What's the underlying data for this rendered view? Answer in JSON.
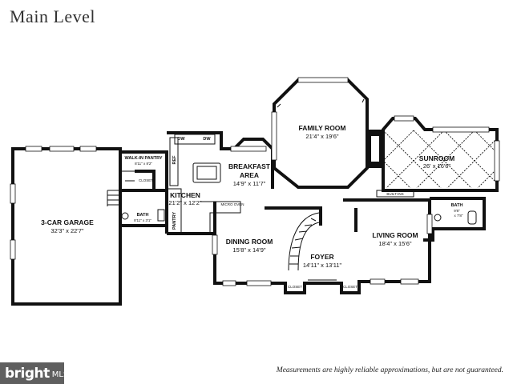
{
  "title": "Main Level",
  "disclaimer": "Measurements are highly reliable approximations, but are not guaranteed.",
  "logo": {
    "word": "bright",
    "suffix": "MLS"
  },
  "rooms": {
    "garage": {
      "name": "3-CAR GARAGE",
      "dim": "32'3\" x 22'7\""
    },
    "walkin_pantry": {
      "name": "WALK-IN PANTRY",
      "dim": "8'11\" x 8'2\""
    },
    "closet_pantry": {
      "name": "CLOSET"
    },
    "bath_small": {
      "name": "BATH",
      "dim": "8'11\" x 3'1\""
    },
    "kitchen": {
      "name": "KITCHEN",
      "dim": "21'2\" x 12'2\""
    },
    "ref": {
      "name": "REF"
    },
    "pantry": {
      "name": "PANTRY"
    },
    "dw": {
      "name": "DW"
    },
    "dw2": {
      "name": "DW"
    },
    "micro_oven": {
      "name": "MICRO OVEN"
    },
    "breakfast": {
      "name1": "BREAKFAST",
      "name2": "AREA",
      "dim": "14'9\" x 11'7\""
    },
    "family": {
      "name": "FAMILY ROOM",
      "dim": "21'4\" x 19'6\""
    },
    "sunroom": {
      "name": "SUNROOM",
      "dim": "26' x 16'6\""
    },
    "builtins": {
      "name": "BUILT-INS"
    },
    "bath_right": {
      "name": "BATH",
      "dim1": "9'8\"",
      "dim2": "x 7'8\""
    },
    "living": {
      "name": "LIVING ROOM",
      "dim": "18'4\" x 15'6\""
    },
    "dining": {
      "name": "DINING ROOM",
      "dim": "15'8\" x 14'9\""
    },
    "foyer": {
      "name": "FOYER",
      "dim": "14'11\" x 13'11\""
    },
    "closet_left": {
      "name": "CLOSET"
    },
    "closet_right": {
      "name": "CLOSET"
    }
  }
}
